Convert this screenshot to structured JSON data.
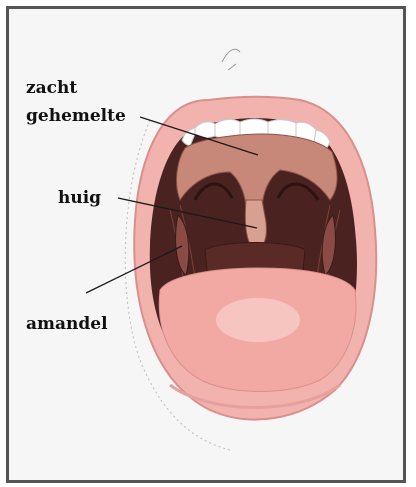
{
  "figure": {
    "labels": {
      "soft_palate_line1": "zacht",
      "soft_palate_line2": "gehemelte",
      "uvula": "huig",
      "tonsil": "amandel"
    },
    "colors": {
      "lips": "#f2b3ae",
      "lip_shadow": "#d98f8c",
      "teeth": "#ffffff",
      "mouth_cavity": "#4a2321",
      "palate": "#c88879",
      "uvula": "#d7a091",
      "tongue": "#f3a9a3",
      "tongue_highlight": "#f7c5c0",
      "leader_line": "#1a1a1a"
    }
  }
}
